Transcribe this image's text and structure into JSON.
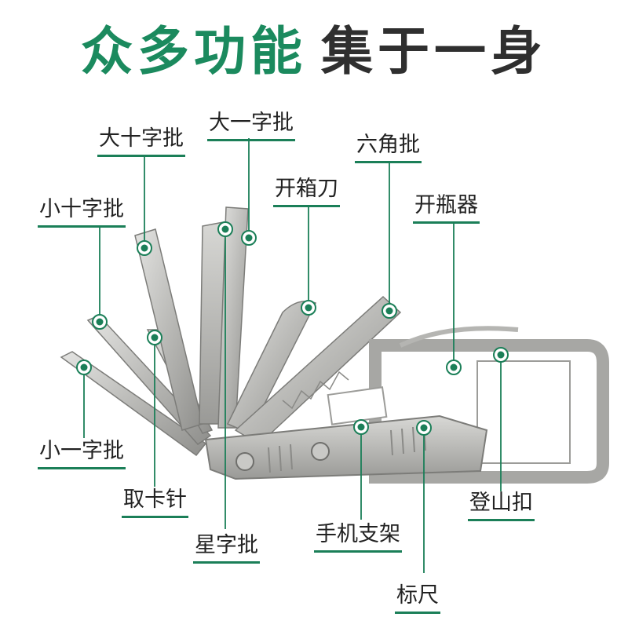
{
  "headline": {
    "part1": "众多功能",
    "part2": "集于一身",
    "part1_color": "#1b8a5e",
    "part2_color": "#2f2f2f"
  },
  "accent_color": "#1b7f58",
  "labels": {
    "da_shizi": "大十字批",
    "da_yizi": "大一字批",
    "xiao_shizi": "小十字批",
    "kai_xiangdao": "开箱刀",
    "liujiao": "六角批",
    "kai_pingqi": "开瓶器",
    "xiao_yizi": "小一字批",
    "qu_kazhen": "取卡针",
    "xingzi": "星字批",
    "shouji_zhijia": "手机支架",
    "dengshankou": "登山扣",
    "biaochi": "标尺"
  }
}
